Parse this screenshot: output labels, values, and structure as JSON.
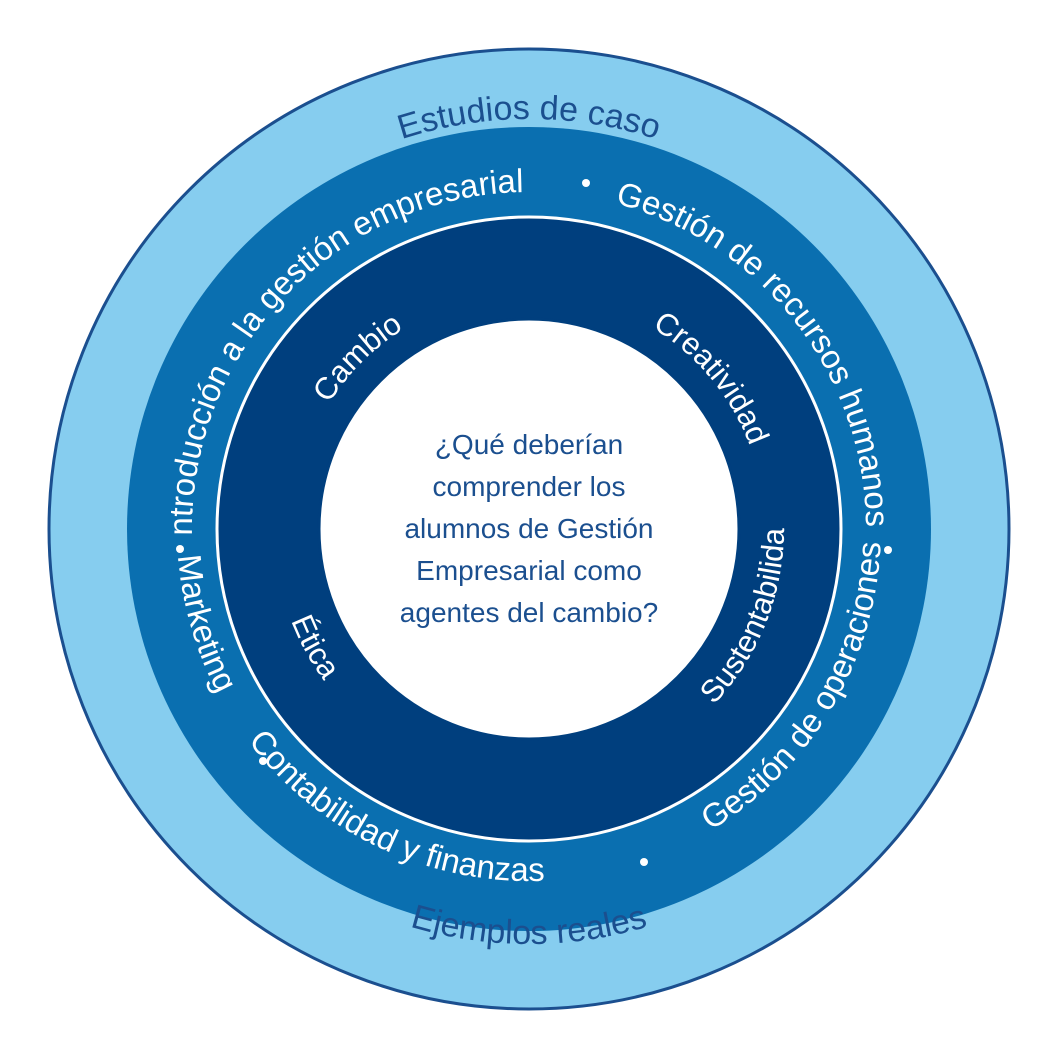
{
  "colors": {
    "outer_ring": "#86cdef",
    "middle_ring": "#0a6fb0",
    "inner_ring": "#003f7e",
    "center": "#ffffff",
    "outer_text": "#1b4f8f",
    "ring_text": "#ffffff",
    "center_text": "#1b4f8f"
  },
  "outer_ring": {
    "top_label": "Estudios de caso",
    "bottom_label": "Ejemplos reales"
  },
  "middle_ring": {
    "labels": [
      "Introducción a la gestión empresarial",
      "Gestión de recursos humanos",
      "Gestión de operaciones",
      "Contabilidad y finanzas",
      "Marketing"
    ]
  },
  "inner_ring": {
    "labels": [
      "Cambio",
      "Creatividad",
      "Sustentabilidad",
      "Ética"
    ]
  },
  "center": {
    "lines": [
      "¿Qué deberían",
      "comprender los",
      "alumnos de Gestión",
      "Empresarial como",
      "agentes del cambio?"
    ]
  }
}
